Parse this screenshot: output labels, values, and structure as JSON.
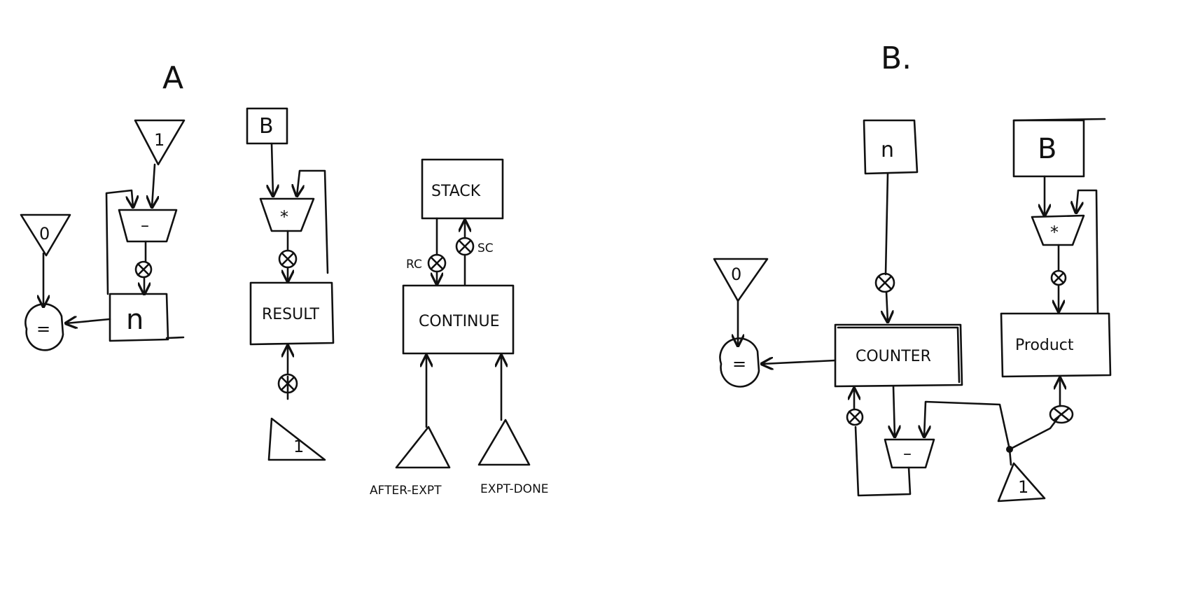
{
  "diagram_a": {
    "title": "A",
    "constant_zero": "0",
    "constant_one_top": "1",
    "equals_test": "=",
    "subtractor": "–",
    "register_n": "n",
    "register_b": "B",
    "multiplier": "*",
    "register_result": "RESULT",
    "constant_one_bottom": "1",
    "register_stack": "STACK",
    "register_continue": "CONTINUE",
    "button_rc": "RC",
    "button_sc": "SC",
    "constant_after_expt": "AFTER-EXPT",
    "constant_expt_done": "EXPT-DONE"
  },
  "diagram_b": {
    "title": "B.",
    "register_n": "n",
    "register_b": "B",
    "constant_zero": "0",
    "equals_test": "=",
    "register_counter": "COUNTER",
    "register_product": "Product",
    "multiplier": "*",
    "subtractor": "–",
    "constant_one": "1"
  }
}
